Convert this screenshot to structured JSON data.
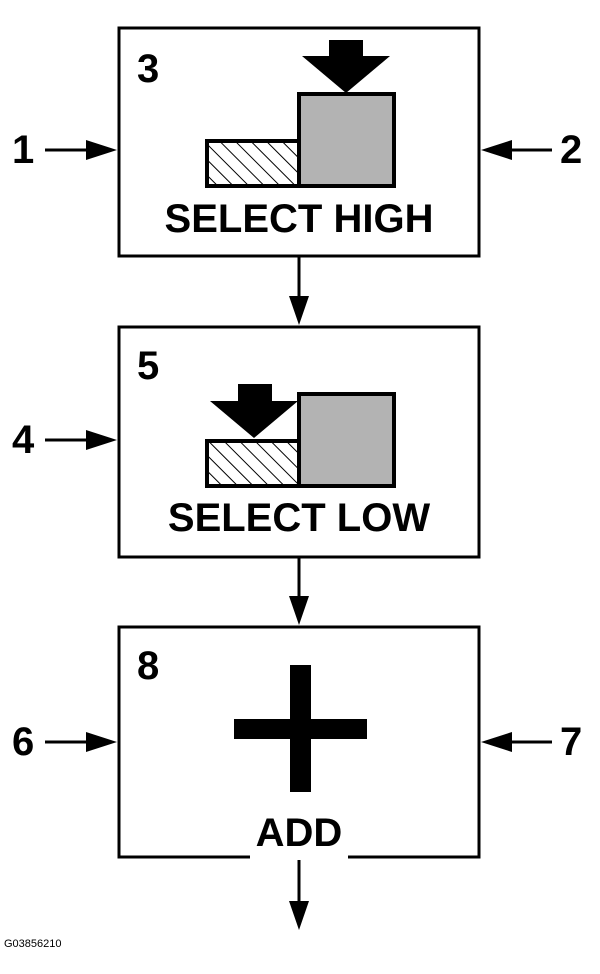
{
  "callouts": {
    "c1": "1",
    "c2": "2",
    "c3": "3",
    "c4": "4",
    "c5": "5",
    "c6": "6",
    "c7": "7",
    "c8": "8"
  },
  "boxes": {
    "select_high": {
      "caption": "SELECT HIGH"
    },
    "select_low": {
      "caption": "SELECT LOW"
    },
    "add": {
      "caption": "ADD"
    }
  },
  "figure_code": "G03856210",
  "colors": {
    "line": "#000000",
    "block_fill": "#b3b3b3",
    "background": "#ffffff"
  },
  "icons": {
    "select_high": [
      "hatched-block-icon",
      "gray-block-icon",
      "down-arrow-icon"
    ],
    "select_low": [
      "hatched-block-icon",
      "gray-block-icon",
      "down-arrow-icon"
    ],
    "add": [
      "plus-icon"
    ]
  }
}
